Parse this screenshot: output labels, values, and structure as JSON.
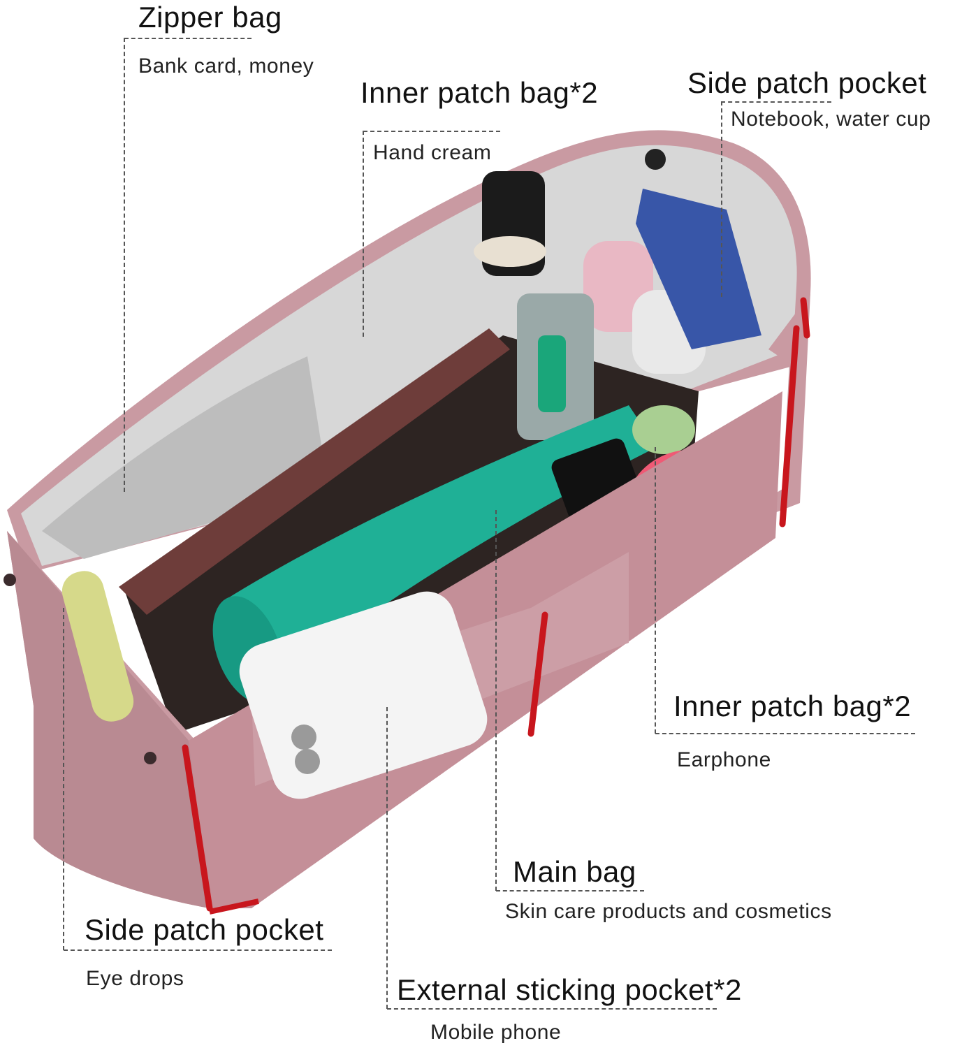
{
  "colors": {
    "bag_felt": "#c99aa2",
    "bag_felt_dark": "#a9767f",
    "piping": "#c8161d",
    "lining": "#d9d9d9",
    "teal_bottle": "#1fb096",
    "leader_line": "#555555"
  },
  "callouts": [
    {
      "id": "zipper-bag",
      "title": "Zipper bag",
      "subtitle": "Bank card, money"
    },
    {
      "id": "inner-patch-top",
      "title": "Inner patch bag*2",
      "subtitle": "Hand cream"
    },
    {
      "id": "side-patch-top",
      "title": "Side patch pocket",
      "subtitle": "Notebook, water cup"
    },
    {
      "id": "inner-patch-right",
      "title": "Inner patch bag*2",
      "subtitle": "Earphone"
    },
    {
      "id": "main-bag",
      "title": "Main bag",
      "subtitle": "Skin care products and cosmetics"
    },
    {
      "id": "side-patch-bottom",
      "title": "Side patch pocket",
      "subtitle": "Eye drops"
    },
    {
      "id": "external-pocket",
      "title": "External sticking pocket*2",
      "subtitle": "Mobile phone"
    }
  ]
}
